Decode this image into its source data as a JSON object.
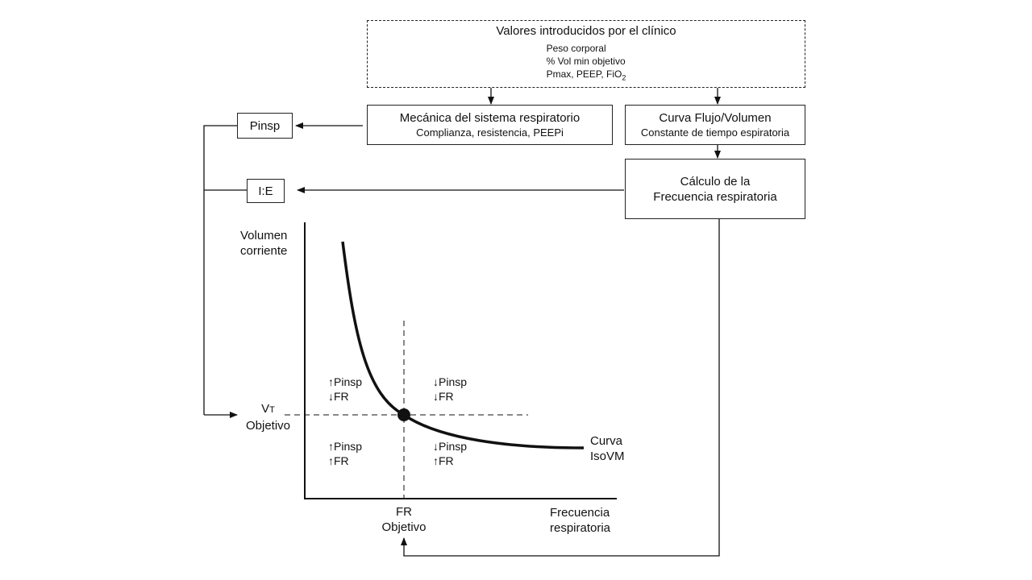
{
  "clinician_box": {
    "title": "Valores introducidos por el clínico",
    "line1": "Peso corporal",
    "line2": "% Vol min objetivo",
    "line3_prefix": "Pmax, PEEP, FiO",
    "line3_sub": "2"
  },
  "mechanics_box": {
    "title": "Mecánica del sistema respiratorio",
    "subtitle": "Complianza, resistencia, PEEPi"
  },
  "flow_box": {
    "title": "Curva Flujo/Volumen",
    "subtitle": "Constante de tiempo espiratoria"
  },
  "rate_box": {
    "line1": "Cálculo de la",
    "line2": "Frecuencia respiratoria"
  },
  "pinsp_box": {
    "label": "Pinsp"
  },
  "ie_box": {
    "label": "I:E"
  },
  "chart": {
    "y_axis_line1": "Volumen",
    "y_axis_line2": "corriente",
    "x_axis_line1": "Frecuencia",
    "x_axis_line2": "respiratoria",
    "vt_main": "V",
    "vt_sub": "T",
    "vt_line2": "Objetivo",
    "fr_line1": "FR",
    "fr_line2": "Objetivo",
    "curve_line1": "Curva",
    "curve_line2": "IsoVM",
    "q_top_left_1": "↑Pinsp",
    "q_top_left_2": "↓FR",
    "q_top_right_1": "↓Pinsp",
    "q_top_right_2": "↓FR",
    "q_bottom_left_1": "↑Pinsp",
    "q_bottom_left_2": "↑FR",
    "q_bottom_right_1": "↓Pinsp",
    "q_bottom_right_2": "↑FR"
  }
}
